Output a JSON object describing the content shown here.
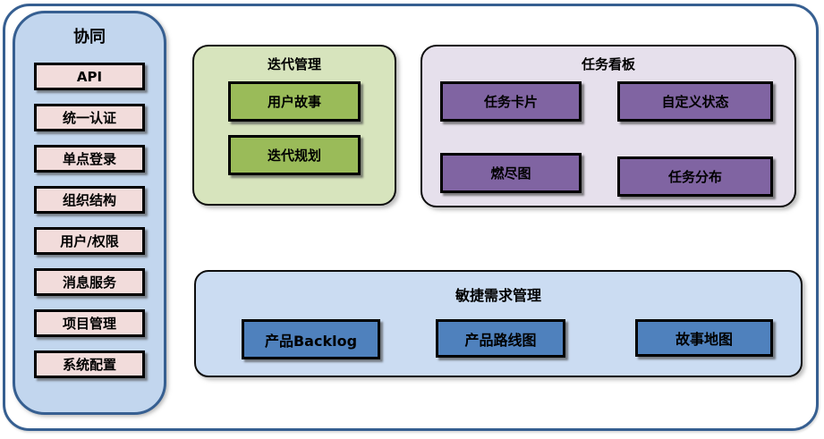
{
  "palette": {
    "frame_border": "#365F91",
    "sidebar_bg": "#C2D6EE",
    "sidebar_item_bg": "#F2DCDB",
    "iteration_panel_bg": "#D7E4BD",
    "iteration_item_bg": "#9ABB59",
    "kanban_panel_bg": "#E6E0EC",
    "kanban_item_bg": "#8064A2",
    "requirements_panel_bg": "#CBDCF2",
    "requirements_item_bg": "#4F81BD",
    "item_border": "#000000",
    "text": "#000000"
  },
  "collaboration": {
    "title": "协同",
    "items": [
      "API",
      "统一认证",
      "单点登录",
      "组织结构",
      "用户/权限",
      "消息服务",
      "项目管理",
      "系统配置"
    ]
  },
  "iteration": {
    "title": "迭代管理",
    "items": [
      "用户故事",
      "迭代规划"
    ]
  },
  "kanban": {
    "title": "任务看板",
    "items": [
      "任务卡片",
      "自定义状态",
      "燃尽图",
      "任务分布"
    ]
  },
  "requirements": {
    "title": "敏捷需求管理",
    "items": [
      "产品Backlog",
      "产品路线图",
      "故事地图"
    ]
  }
}
